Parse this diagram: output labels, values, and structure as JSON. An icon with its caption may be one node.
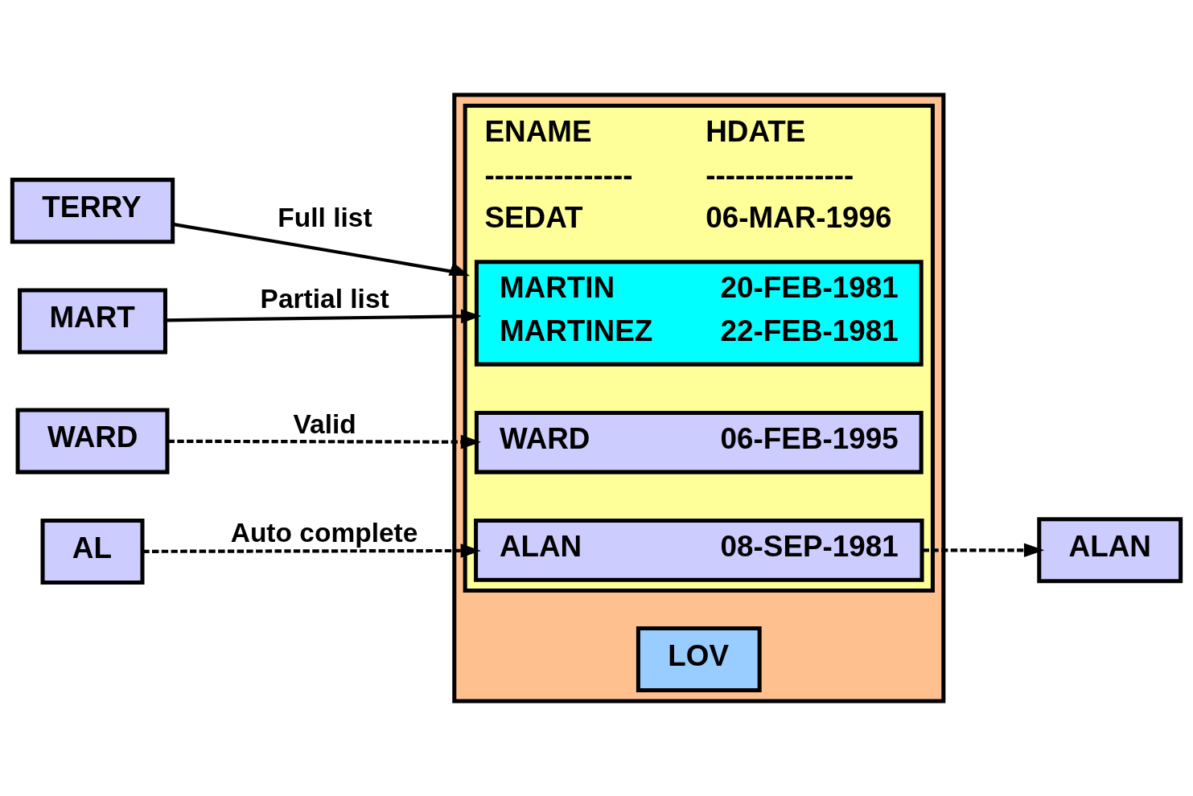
{
  "diagram": {
    "nodes": [
      {
        "text": [
          "TERRY"
        ]
      },
      {
        "text": [
          "MART"
        ]
      },
      {
        "text": [
          "WARD"
        ]
      },
      {
        "text": [
          "AL"
        ]
      },
      {
        "text": [],
        "shape": "box"
      },
      {
        "text": [
          "LOV"
        ],
        "in": 4
      },
      {
        "text": [
          "ENAME",
          "HDATE",
          "---------------",
          "---------------",
          "SEDAT",
          "06-MAR-1996"
        ],
        "in": 4
      },
      {
        "text": [
          "MARTIN",
          "20-FEB-1981",
          "MARTINEZ",
          "22-FEB-1981"
        ],
        "in": 6
      },
      {
        "text": [
          "WARD",
          "06-FEB-1995"
        ],
        "in": 6
      },
      {
        "text": [
          "ALAN",
          "08-SEP-1981"
        ],
        "in": 6
      },
      {
        "text": [
          "ALAN"
        ]
      }
    ],
    "edges": [
      {
        "from": 0,
        "to": 6,
        "arrow": "to",
        "label": "Full list"
      },
      {
        "from": 1,
        "to": 7,
        "arrow": "to",
        "label": "Partial list"
      },
      {
        "from": 2,
        "to": 8,
        "arrow": "to",
        "label": "Valid",
        "style": "dashed"
      },
      {
        "from": 3,
        "to": 9,
        "arrow": "to",
        "label": "Auto complete",
        "style": "dashed"
      },
      {
        "from": 9,
        "to": 10,
        "arrow": "to",
        "style": "dashed"
      }
    ]
  }
}
